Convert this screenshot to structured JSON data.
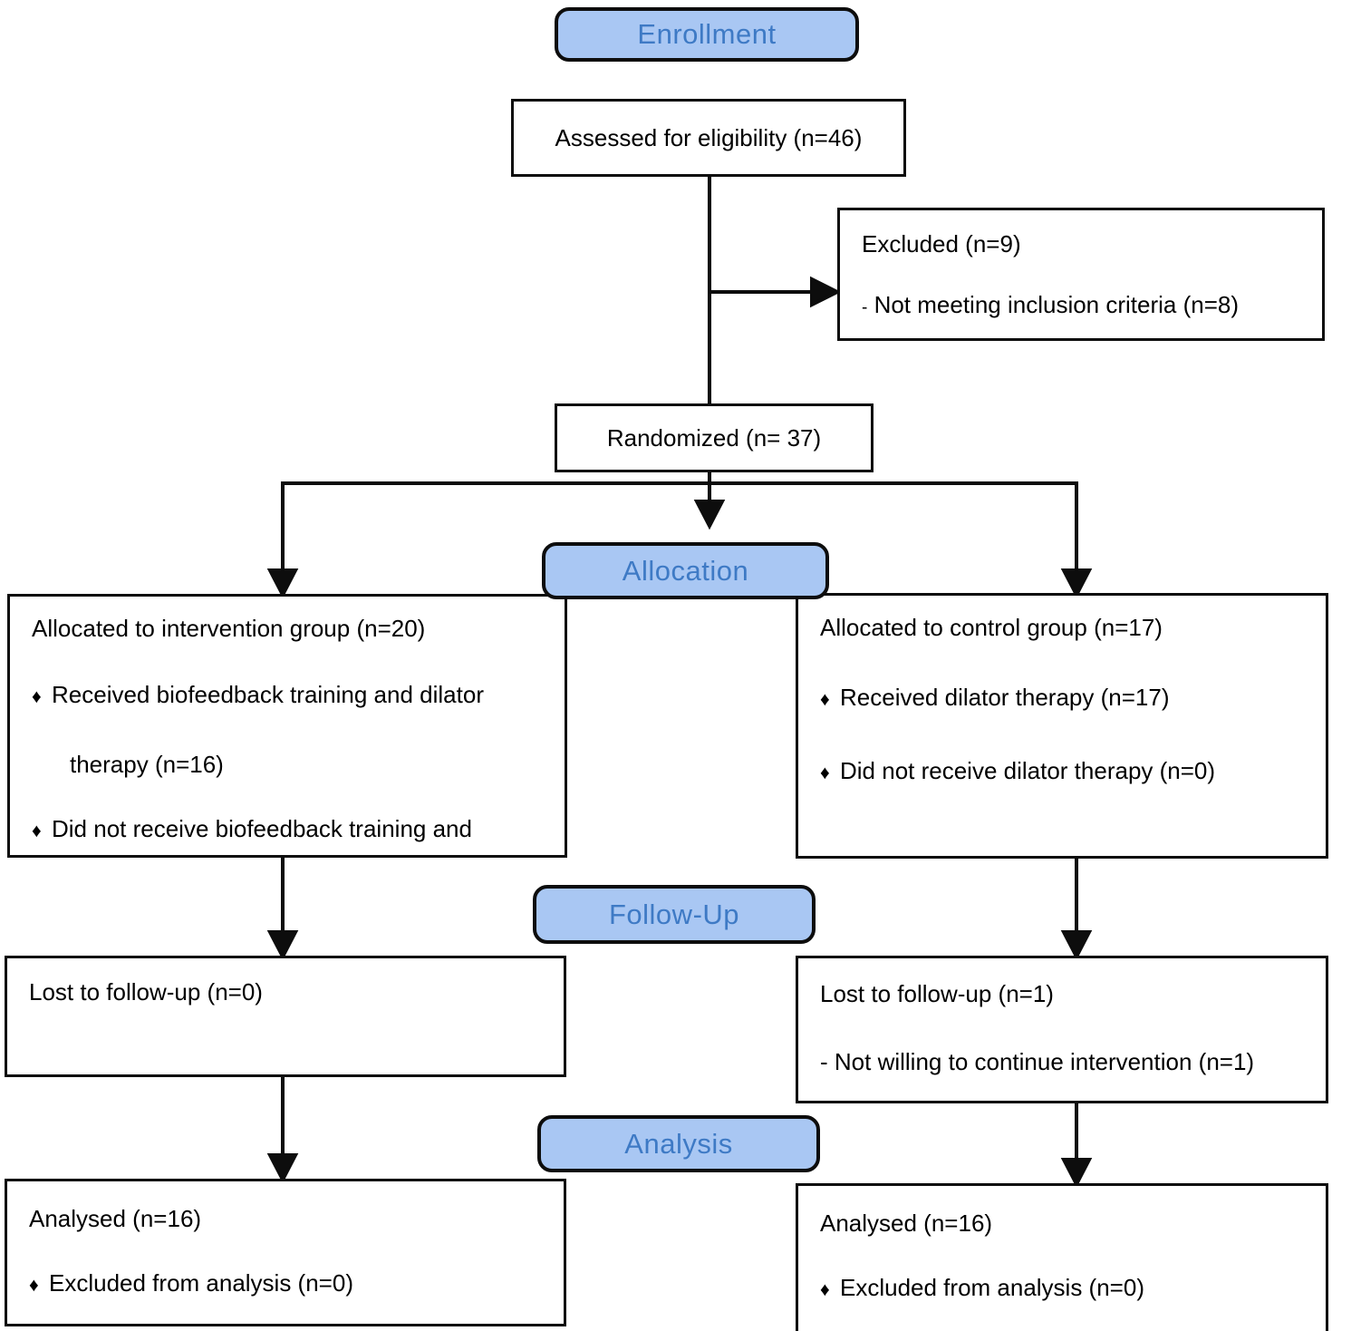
{
  "bullet_char": "♦",
  "colors": {
    "stage_fill": "#a9c7f3",
    "stage_text": "#3e7ac5",
    "box_border": "#0d0d0d",
    "line": "#0d0d0d"
  },
  "stages": {
    "enrollment": "Enrollment",
    "allocation": "Allocation",
    "follow_up": "Follow-Up",
    "analysis": "Analysis"
  },
  "boxes": {
    "assessed": {
      "text": "Assessed for eligibility (n=46)"
    },
    "excluded": {
      "title": "Excluded (n=9)",
      "reason_dash": "-",
      "reason": "Not meeting inclusion criteria (n=8)"
    },
    "randomized": {
      "text": "Randomized (n= 37)"
    },
    "allocated_intervention": {
      "title": "Allocated to intervention group (n=20)",
      "bullet1_line1": "Received biofeedback training and dilator",
      "bullet1_line2": "therapy (n=16)",
      "bullet2": "Did not receive biofeedback training and"
    },
    "allocated_control": {
      "title": "Allocated to control group (n=17)",
      "bullet1": "Received dilator therapy (n=17)",
      "bullet2": "Did not receive dilator therapy (n=0)"
    },
    "lost_intervention": {
      "title": "Lost to follow-up (n=0)"
    },
    "lost_control": {
      "title": "Lost to follow-up (n=1)",
      "reason": "- Not willing to continue intervention (n=1)"
    },
    "analysed_intervention": {
      "title": "Analysed (n=16)",
      "bullet1": "Excluded from analysis (n=0)"
    },
    "analysed_control": {
      "title": "Analysed (n=16)",
      "bullet1": "Excluded from analysis (n=0)"
    }
  }
}
